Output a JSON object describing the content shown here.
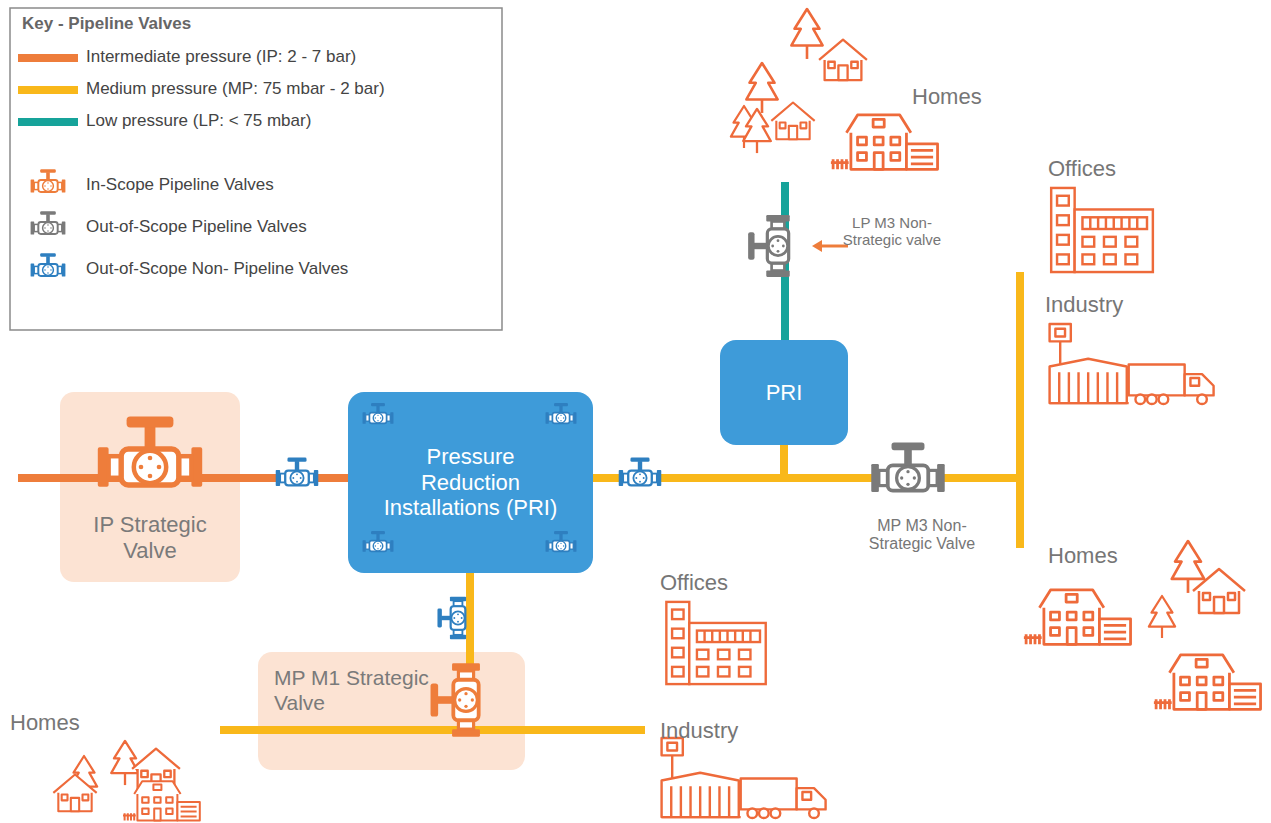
{
  "diagram": {
    "nodes": [
      {
        "text": [
          "IP Strategic Valve"
        ]
      },
      {
        "text": [
          "Pressure Reduction Installations (PRI)"
        ]
      },
      {
        "text": [
          "PRI"
        ]
      },
      {
        "text": [
          "MP M1 Strategic Valve"
        ]
      }
    ],
    "edges": [
      {
        "from": 0,
        "to": 1,
        "arrow": "none"
      },
      {
        "from": 1,
        "to": 2,
        "arrow": "none"
      },
      {
        "from": 1,
        "to": 3,
        "arrow": "none"
      }
    ],
    "labels": [
      "Key - Pipeline Valves",
      "Homes",
      "LP M3 Non-Strategic valve",
      "Offices",
      "Industry",
      "MP M3 Non-Strategic Valve",
      "Homes",
      "Offices",
      "Industry",
      "Homes"
    ],
    "legend": [
      {
        "text": "Intermediate pressure (IP: 2 - 7 bar)",
        "color": "#EE7D3B"
      },
      {
        "text": "Medium pressure (MP: 75 mbar - 2 bar)",
        "color": "#F9B81A"
      },
      {
        "text": "Low pressure (LP: < 75 mbar)",
        "color": "#16A39A"
      },
      {
        "text": "In-Scope Pipeline Valves"
      },
      {
        "text": "Out-of-Scope Pipeline Valves"
      },
      {
        "text": "Out-of-Scope Non- Pipeline Valves"
      }
    ]
  }
}
